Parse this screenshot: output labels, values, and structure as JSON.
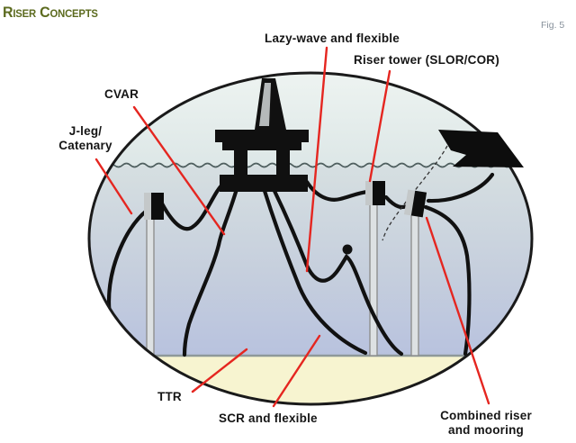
{
  "header": {
    "title": "Riser Concepts",
    "figure_label": "Fig. 5"
  },
  "labels": {
    "lazy_wave": "Lazy-wave and flexible",
    "riser_tower": "Riser tower (SLOR/COR)",
    "cvar": "CVAR",
    "jleg_line1": "J-leg/",
    "jleg_line2": "Catenary",
    "ttr": "TTR",
    "scr": "SCR and flexible",
    "combined_line1": "Combined riser",
    "combined_line2": "and mooring"
  },
  "colors": {
    "title_green": "#5c6b1f",
    "leader_red": "#e52620",
    "ink": "#111111",
    "seabed_yellow": "#f7f4d0",
    "sky_top": "#eaf1ef",
    "water_shallow": "#d6dfe1",
    "water_deep": "#b8c2de",
    "figure_label_gray": "#87919b"
  }
}
